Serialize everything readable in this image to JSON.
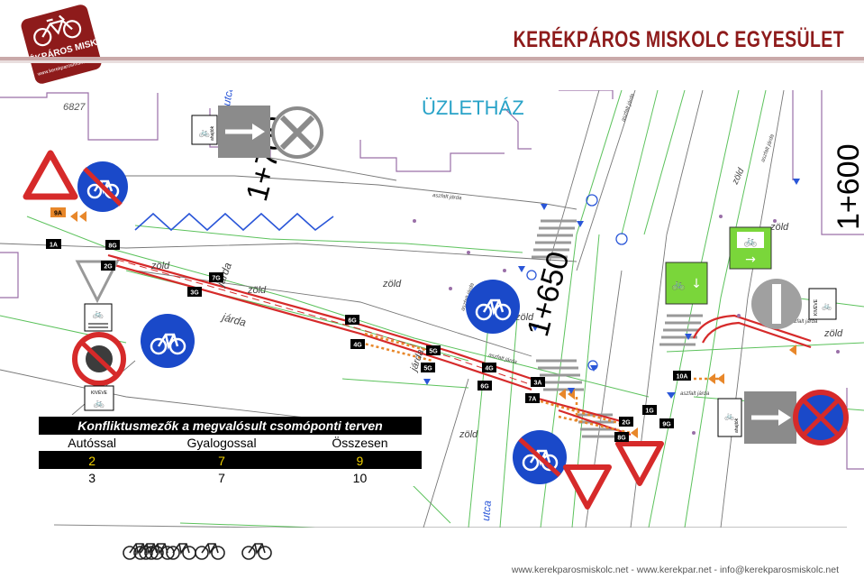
{
  "header": {
    "logo_text": "KERÉKPÁROS MISKOLC",
    "logo_url": "www.kerekparosmiskolc.net",
    "org_title": "KERÉKPÁROS MISKOLC EGYESÜLET"
  },
  "map": {
    "building_label": "ÜZLETHÁZ",
    "plot_number": "6827",
    "stations": [
      "1+700",
      "1+650",
      "1+600"
    ],
    "area_labels": {
      "zold": "zöld",
      "jarda": "járda",
      "utca": "utca",
      "aszfalt_jarda": "aszfalt járda"
    },
    "sign_texts": {
      "kiveve": "KIVÉVE",
      "ahajtok": "ahajtók"
    },
    "conflict_markers": [
      "1A",
      "9A",
      "8G",
      "2G",
      "7G",
      "3G",
      "6G",
      "4G",
      "5G",
      "5G",
      "4G",
      "6G",
      "3A",
      "7A",
      "10A",
      "1G",
      "2G",
      "8G",
      "9G"
    ]
  },
  "conflict_table": {
    "caption": "Konfliktusmezők a megvalósult csomóponti terven",
    "headers": [
      "Autóssal",
      "Gyalogossal",
      "Összesen"
    ],
    "rows": [
      [
        "2",
        "7",
        "9"
      ],
      [
        "3",
        "7",
        "10"
      ]
    ]
  },
  "footer": {
    "contact": "www.kerekparosmiskolc.net - www.kerekpar.net - info@kerekparosmiskolc.net"
  },
  "colors": {
    "brand_red": "#8e1b1b",
    "cycle_blue": "#1a49c9",
    "route_red": "#d62a2a",
    "conflict_orange": "#e8872a",
    "plan_green": "#5cc25c",
    "plan_blue": "#2a56d8",
    "sign_green": "#7ad63a"
  }
}
